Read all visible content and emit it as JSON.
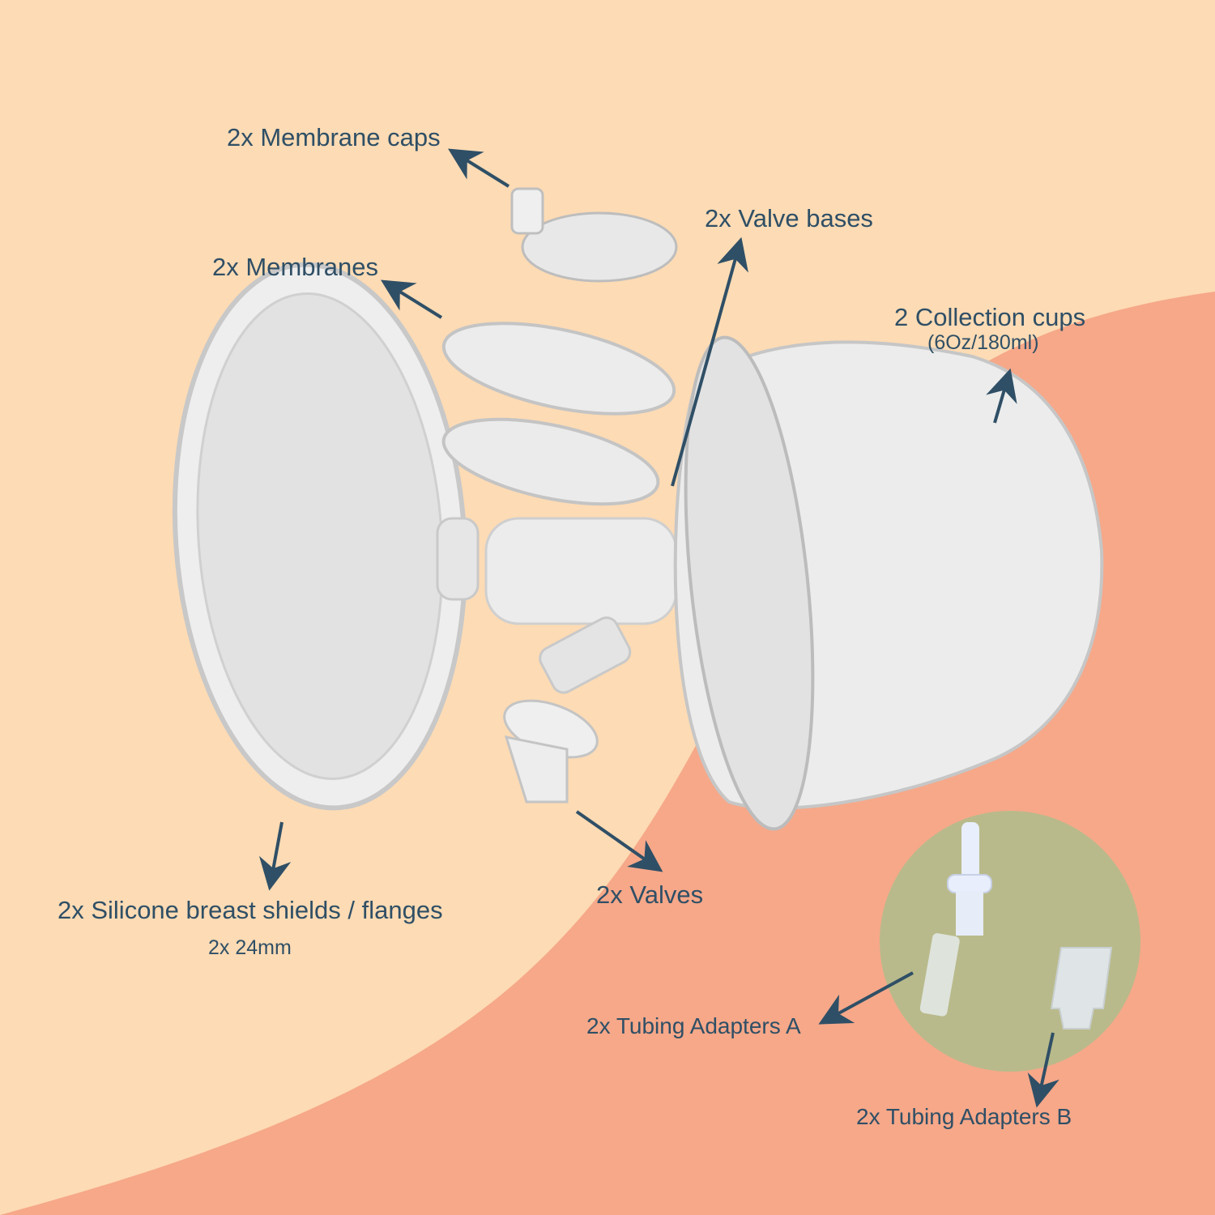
{
  "colors": {
    "background_cream": "#fddbb4",
    "background_salmon": "#f6a889",
    "adapter_circle": "#b9ba8b",
    "label_text": "#2f4f66",
    "arrow": "#2f4f66"
  },
  "labels": {
    "membrane_caps": "2x Membrane caps",
    "membranes": "2x Membranes",
    "valve_bases": "2x Valve bases",
    "collection_cups": "2 Collection cups",
    "collection_cups_size": "(6Oz/180ml)",
    "breast_shields": "2x Silicone breast shields / flanges",
    "breast_shields_size": "2x 24mm",
    "valves": "2x Valves",
    "tubing_adapters_a": "2x Tubing Adapters A",
    "tubing_adapters_b": "2x Tubing Adapters B"
  }
}
